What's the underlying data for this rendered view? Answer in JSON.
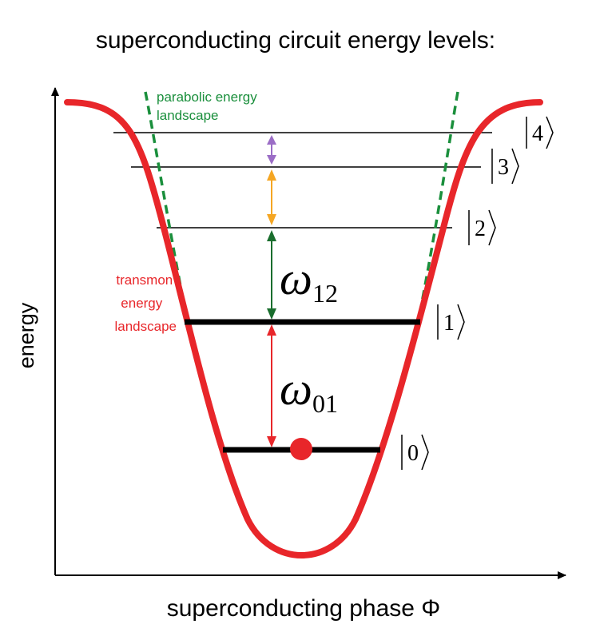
{
  "title": "superconducting circuit energy levels:",
  "axes": {
    "ylabel": "energy",
    "xlabel": "superconducting phase Φ"
  },
  "annotations": {
    "parabolic_line1": "parabolic energy",
    "parabolic_line2": "landscape",
    "transmon_line1": "transmon",
    "transmon_line2": "energy",
    "transmon_line3": "landscape"
  },
  "levels": {
    "level0": "0",
    "level1": "1",
    "level2": "2",
    "level3": "3",
    "level4": "4"
  },
  "transitions": {
    "omega_symbol": "ω",
    "w01_subscript": "01",
    "w12_subscript": "12"
  },
  "colors": {
    "transmon": "#e8262a",
    "parabola": "#1a8f3c",
    "arrow01": "#e8262a",
    "arrow12": "#1a6e2e",
    "arrow23": "#f5a623",
    "arrow34": "#9b6dc6",
    "axis": "#000000"
  }
}
